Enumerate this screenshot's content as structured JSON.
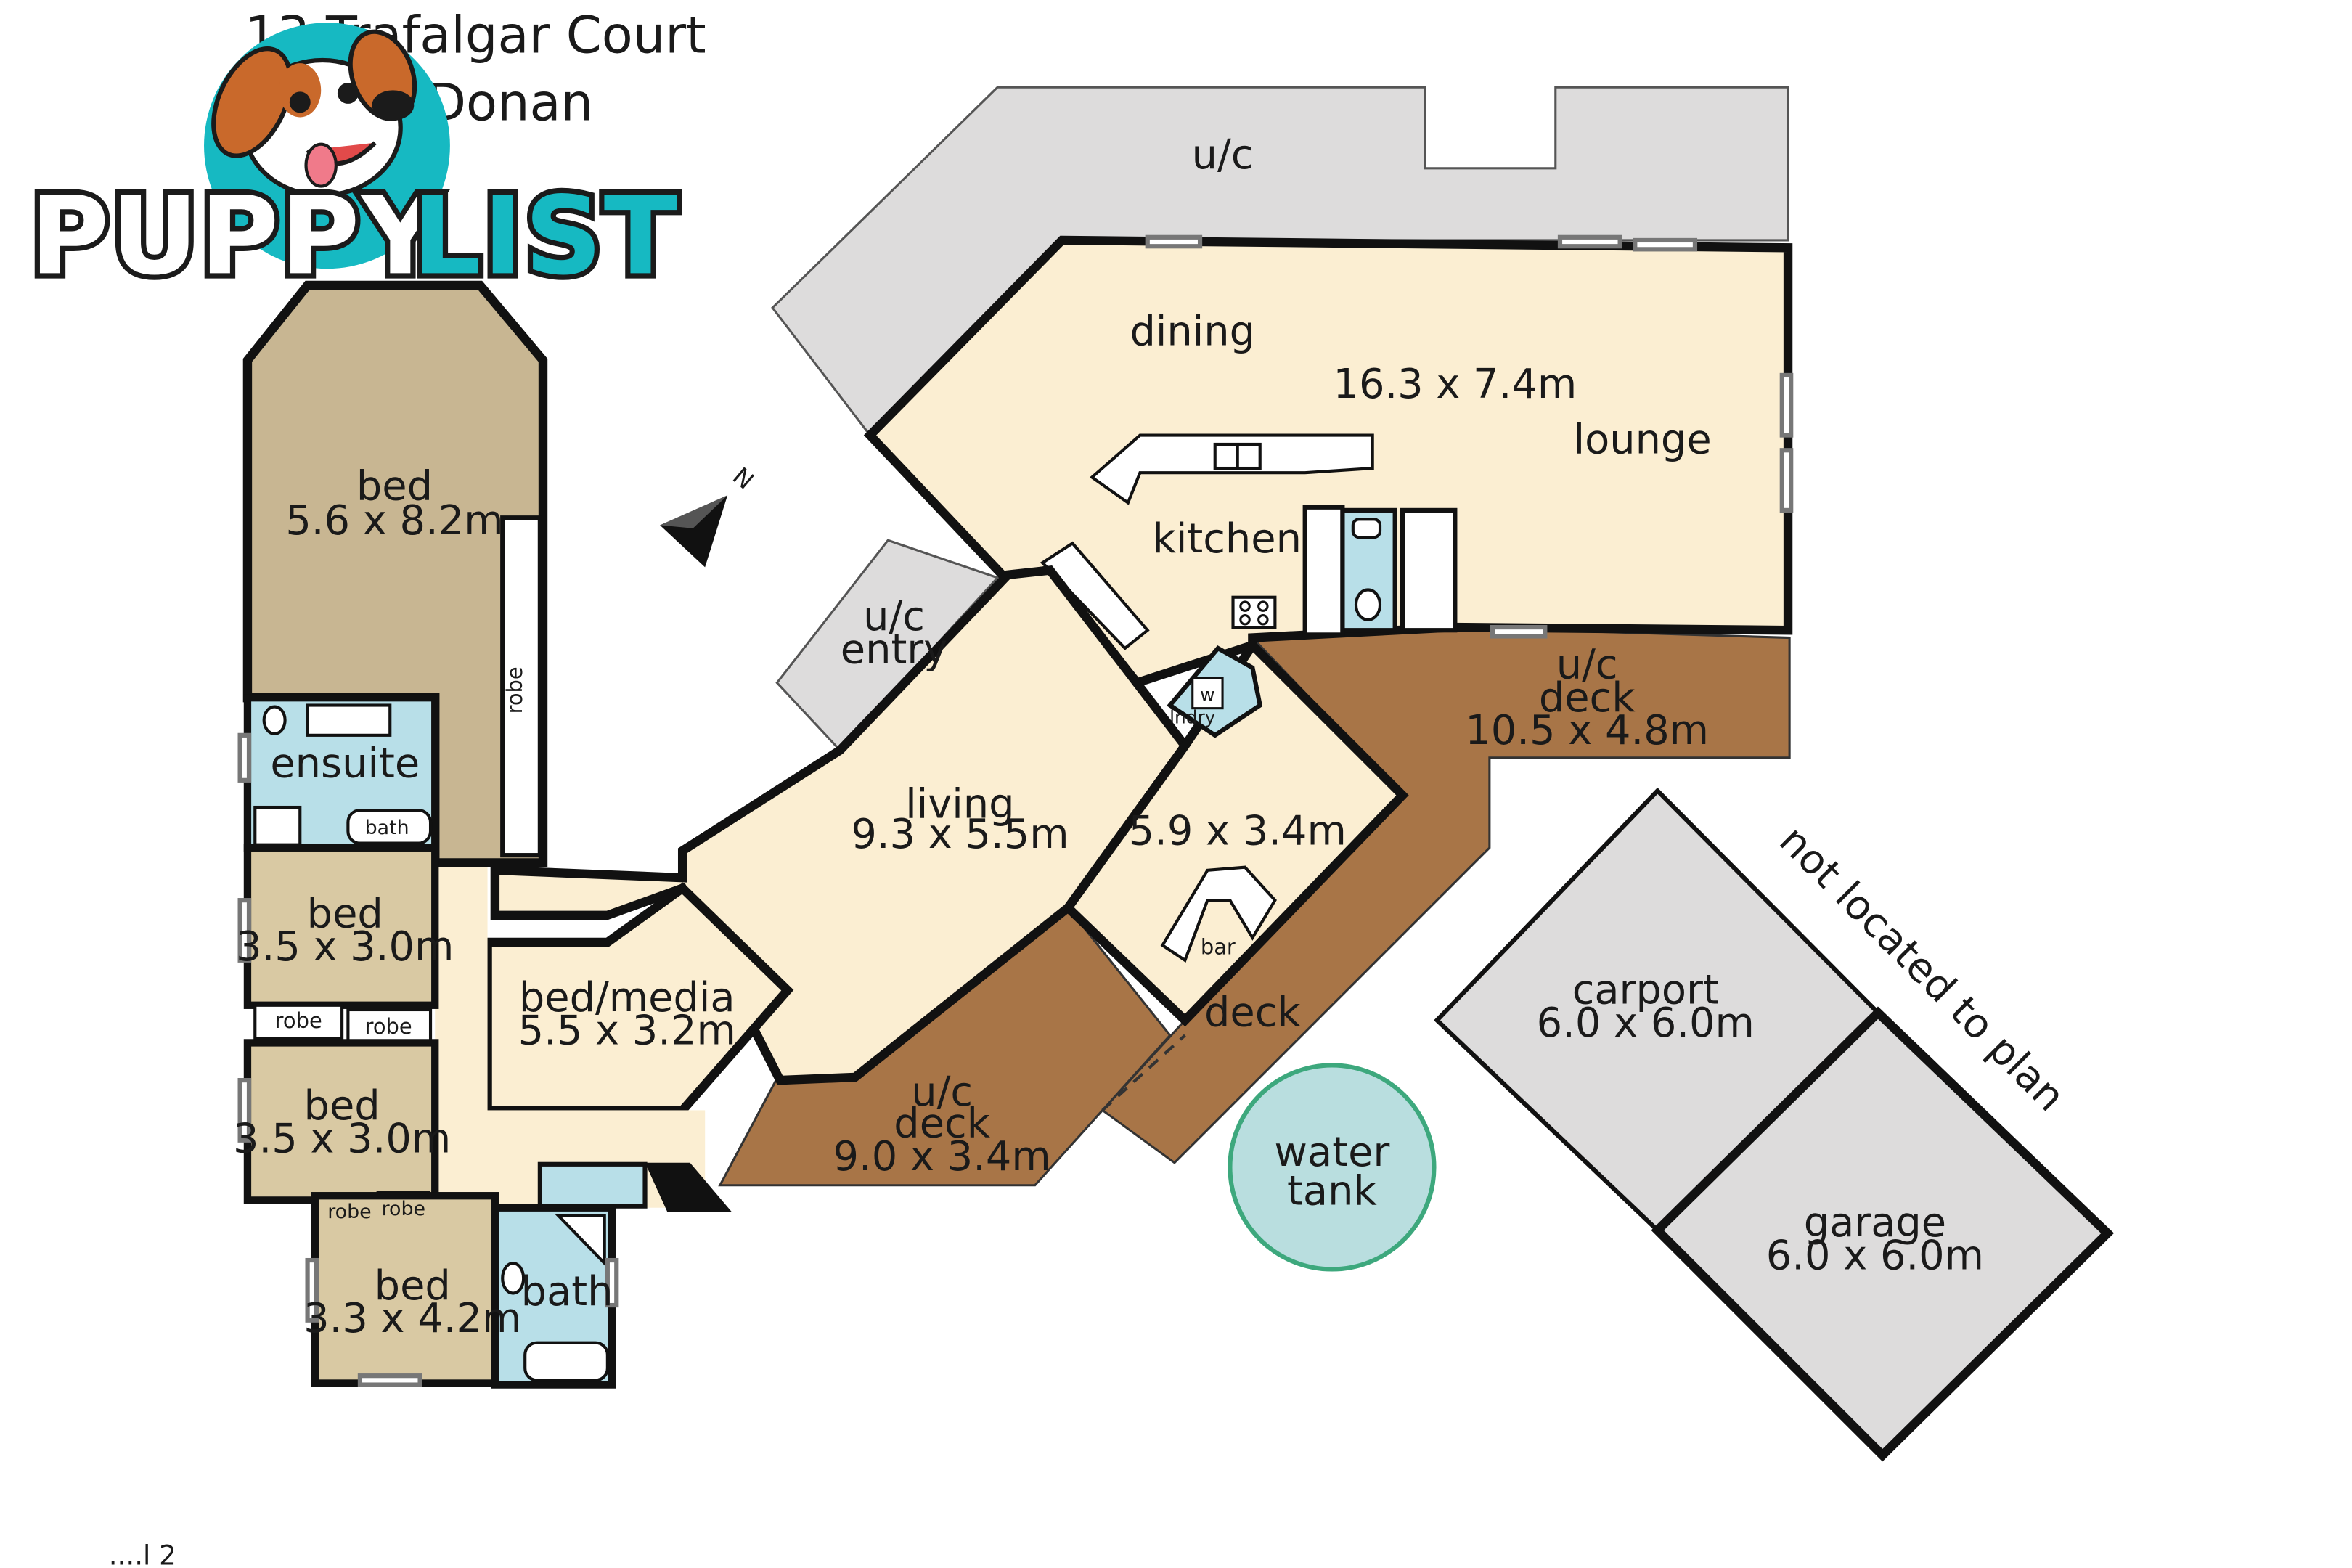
{
  "header": {
    "address_line1": "13 Trafalgar Court",
    "address_line2": "Donan"
  },
  "watermark": {
    "brand": "PUPPYLIST",
    "brand_part1": "PUPPY",
    "brand_part2": "LIST"
  },
  "colors": {
    "room_fill": "#fbeed2",
    "main_bed_fill": "#c8b692",
    "small_bed_fill": "#d9c9a3",
    "wet_area_fill": "#b8dfe8",
    "deck_fill": "#a87547",
    "undercover_fill": "#dddcdc",
    "water_tank_fill": "#b9dedf",
    "water_tank_stroke": "#3da87d",
    "logo_teal": "#16b9c2",
    "logo_dark": "#1b1b1b"
  },
  "rooms": {
    "uc_top": "u/c",
    "dining": "dining",
    "main_living_size": "16.3 x 7.4m",
    "lounge": "lounge",
    "kitchen": "kitchen",
    "main_bed_name": "bed",
    "main_bed_size": "5.6 x 8.2m",
    "robe_main": "robe",
    "ensuite": "ensuite",
    "ensuite_bath": "bath",
    "bed2_name": "bed",
    "bed2_size": "3.5 x 3.0m",
    "robe2a": "robe",
    "robe2b": "robe",
    "bed3_name": "bed",
    "bed3_size": "3.5 x 3.0m",
    "robe3a": "robe",
    "robe3b": "robe",
    "bed4_name": "bed",
    "bed4_size": "3.3 x 4.2m",
    "bath": "bath",
    "entry_uc": "u/c",
    "entry": "entry",
    "living": "living",
    "living_size": "9.3 x 5.5m",
    "media": "bed/media",
    "media_size": "5.5 x 3.2m",
    "bar_room_size": "5.9 x 3.4m",
    "bar": "bar",
    "laundry": "lndry",
    "washer": "w",
    "deck_top_uc": "u/c",
    "deck_top": "deck",
    "deck_top_size": "10.5 x 4.8m",
    "deck_bottom_uc": "u/c",
    "deck_bottom": "deck",
    "deck_bottom_size": "9.0 x 3.4m",
    "deck_mid": "deck",
    "water": "water",
    "tank": "tank",
    "carport": "carport",
    "carport_size": "6.0 x 6.0m",
    "garage": "garage",
    "garage_size": "6.0 x 6.0m",
    "not_located": "not located to plan"
  },
  "compass": {
    "north": "N"
  },
  "footer": {
    "partial_text": "....l 2"
  }
}
